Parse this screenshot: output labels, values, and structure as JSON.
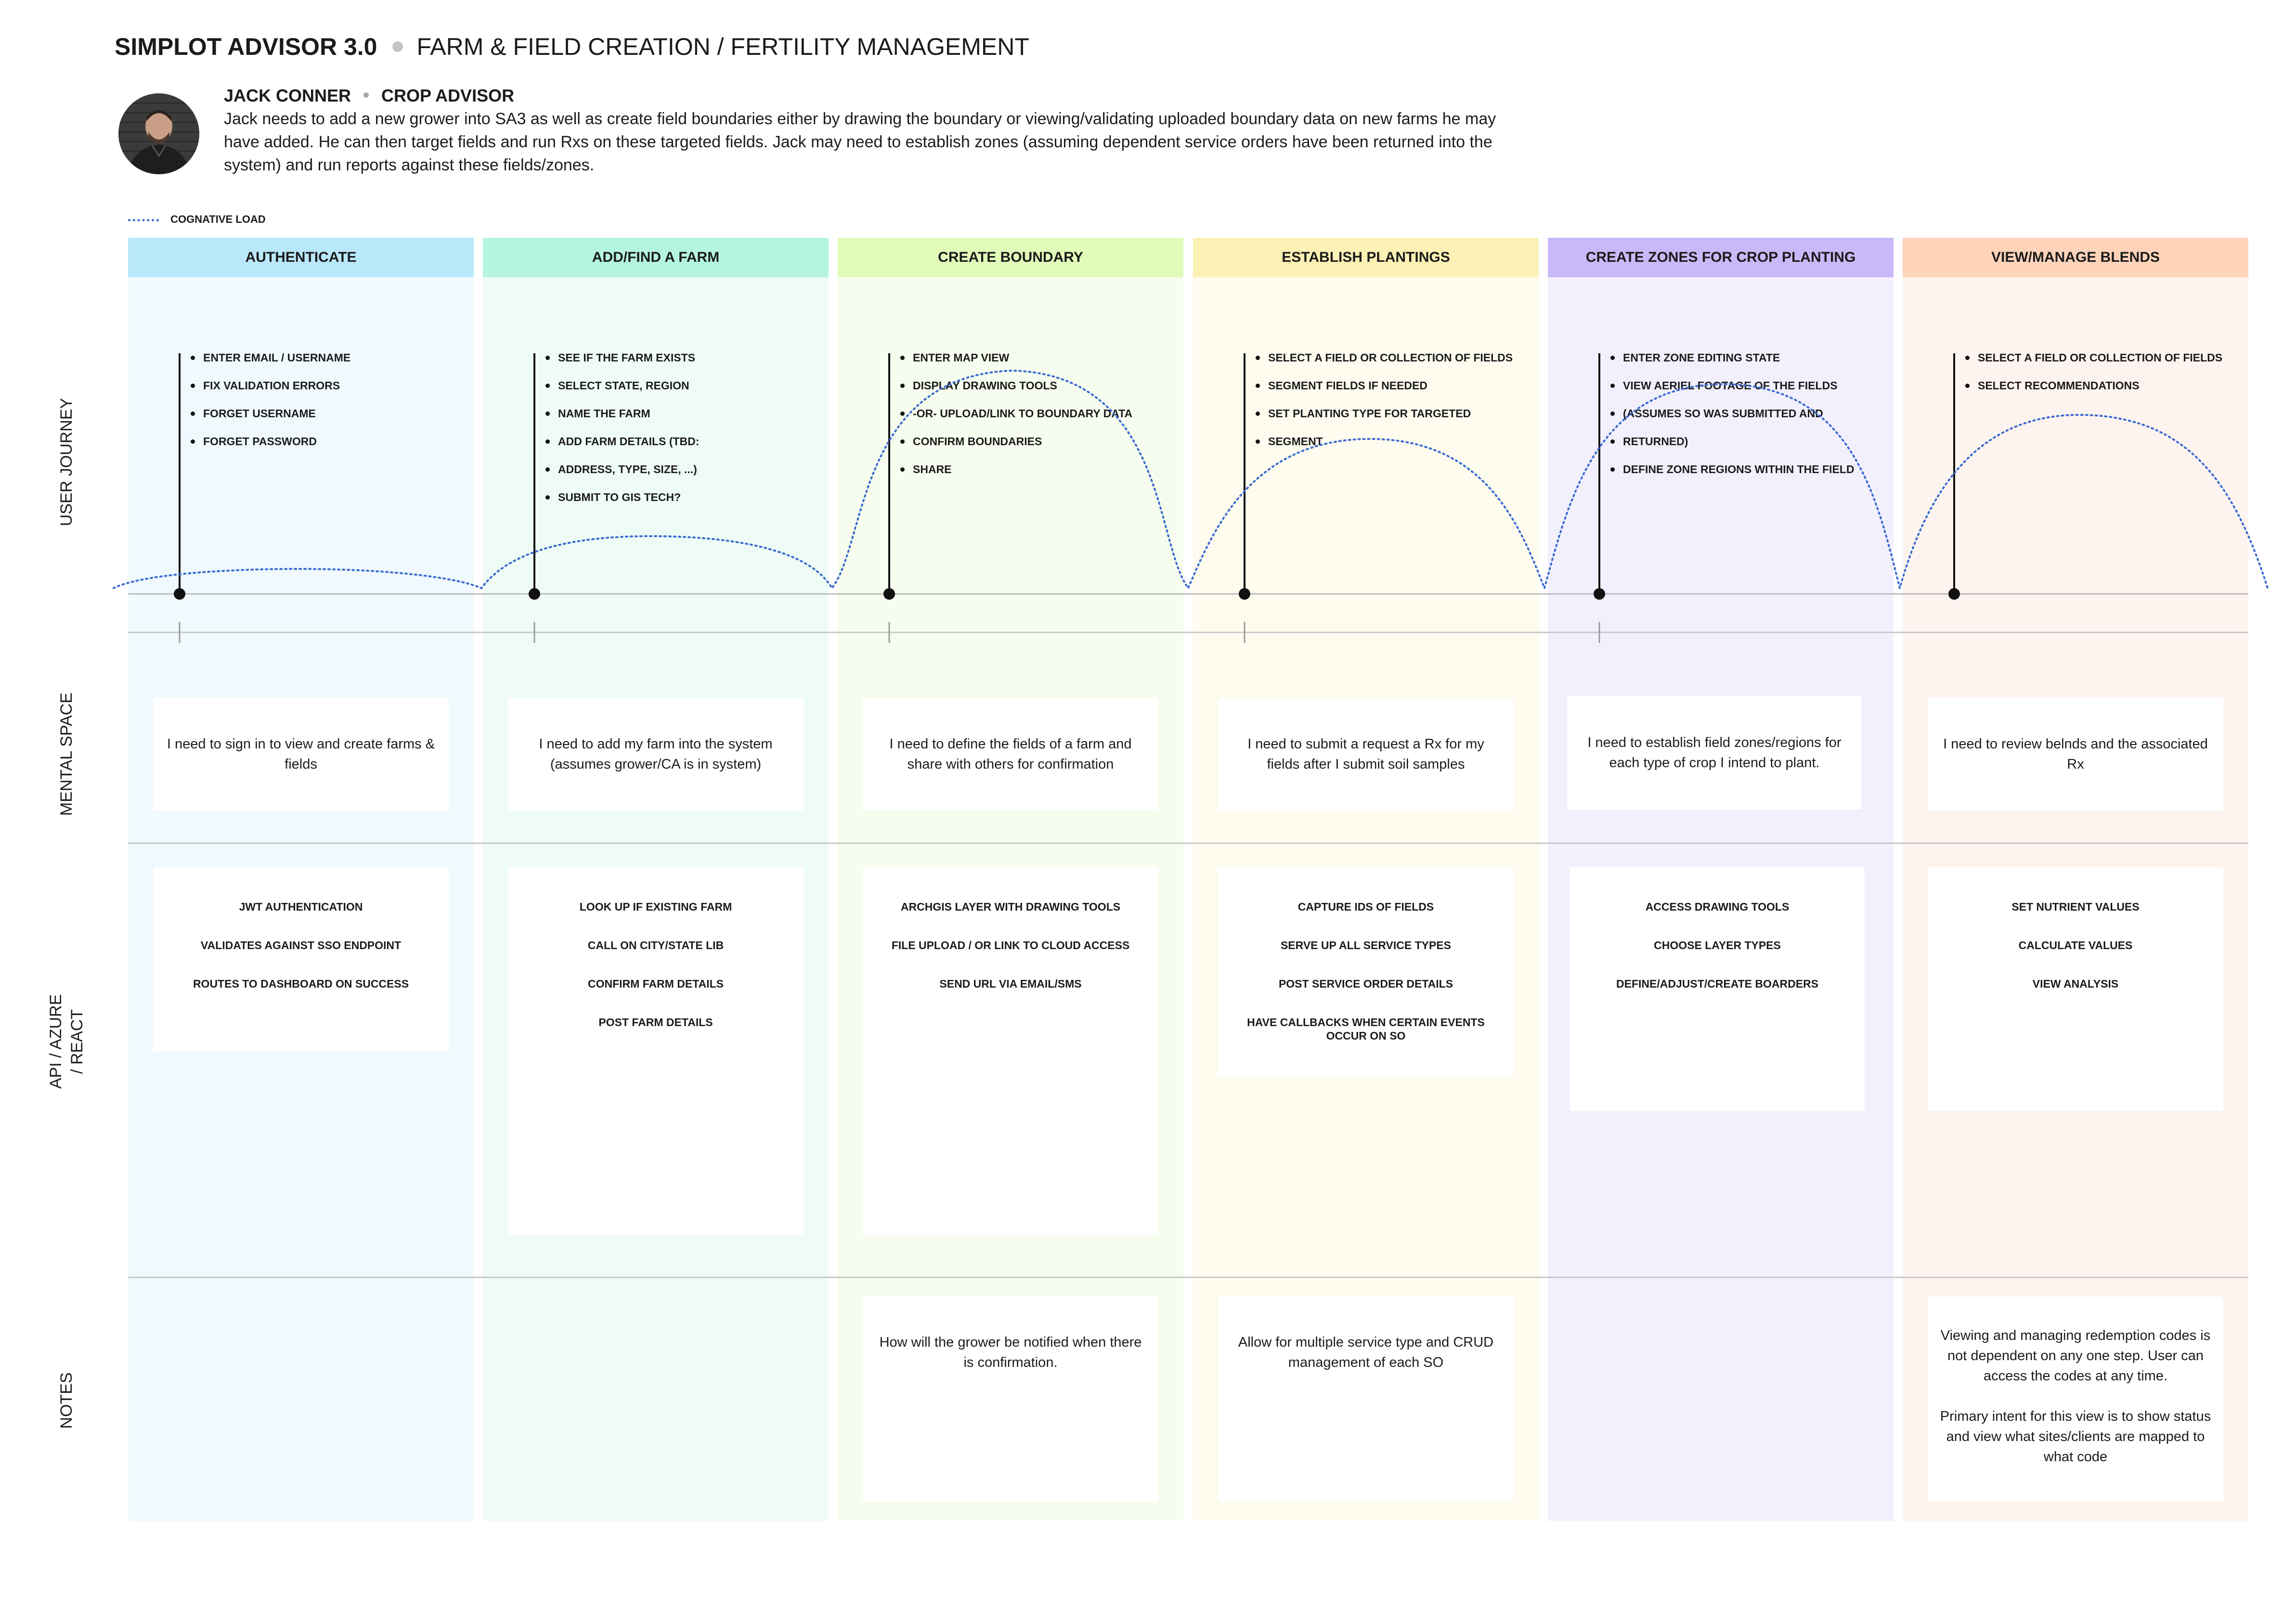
{
  "header": {
    "brand": "SIMPLOT ADVISOR 3.0",
    "subtitle": "FARM & FIELD CREATION / FERTILITY MANAGEMENT"
  },
  "persona": {
    "name": "JACK CONNER",
    "role": "CROP ADVISOR",
    "description": "Jack needs to add a new grower into SA3 as well as create field boundaries either by drawing the boundary or viewing/validating uploaded boundary data on new farms he may have added. He can then target fields and run Rxs on these targeted fields. Jack may need to establish zones (assuming dependent service orders have been returned into the system) and run reports against these fields/zones."
  },
  "legend": {
    "label": "COGNATIVE LOAD",
    "color": "#3a6bd1"
  },
  "rows": [
    "USER JOURNEY",
    "MENTAL SPACE",
    "API / AZURE / REACT",
    "NOTES"
  ],
  "columns": [
    {
      "title": "AUTHENTICATE",
      "header_color": "#b9e8fb",
      "bg_color": "#f0f9fe",
      "journey": [
        "ENTER EMAIL / USERNAME",
        "FIX VALIDATION ERRORS",
        "FORGET USERNAME",
        "FORGET PASSWORD"
      ],
      "mental": "I need to sign in to view and create farms & fields",
      "api": [
        "JWT AUTHENTICATION",
        "VALIDATES AGAINST SSO ENDPOINT",
        "ROUTES TO DASHBOARD ON SUCCESS"
      ],
      "notes": ""
    },
    {
      "title": "ADD/FIND A FARM",
      "header_color": "#b4f5de",
      "bg_color": "#effcf6",
      "journey": [
        "SEE IF THE FARM EXISTS",
        "SELECT STATE, REGION",
        "NAME THE FARM",
        "ADD FARM DETAILS (TBD:",
        "ADDRESS, TYPE, SIZE, ...)",
        "SUBMIT TO GIS TECH?"
      ],
      "mental": "I need to add my farm into the system (assumes grower/CA is in system)",
      "api": [
        "LOOK UP IF EXISTING FARM",
        "CALL ON CITY/STATE LIB",
        "CONFIRM FARM DETAILS",
        "POST FARM DETAILS"
      ],
      "notes": ""
    },
    {
      "title": "CREATE BOUNDARY",
      "header_color": "#e1fbb9",
      "bg_color": "#f6fdee",
      "journey": [
        "ENTER MAP VIEW",
        "DISPLAY DRAWING TOOLS",
        "-OR- UPLOAD/LINK TO BOUNDARY DATA",
        "CONFIRM BOUNDARIES",
        "SHARE"
      ],
      "mental": "I need to define the fields of a farm and share with others for confirmation",
      "api": [
        "ARCHGIS LAYER WITH DRAWING TOOLS",
        "FILE UPLOAD / OR LINK TO CLOUD ACCESS",
        "SEND URL VIA EMAIL/SMS"
      ],
      "notes": "How will the grower be notified when there is confirmation."
    },
    {
      "title": "ESTABLISH PLANTINGS",
      "header_color": "#fcf1b4",
      "bg_color": "#fefbef",
      "journey": [
        "SELECT A FIELD OR COLLECTION OF FIELDS",
        "SEGMENT FIELDS IF NEEDED",
        "SET PLANTING TYPE FOR TARGETED",
        "SEGMENT"
      ],
      "mental": "I need to submit a request a Rx for my fields after I submit soil samples",
      "api": [
        "CAPTURE IDS OF FIELDS",
        "SERVE UP ALL SERVICE TYPES",
        "POST SERVICE ORDER DETAILS",
        "HAVE CALLBACKS WHEN CERTAIN EVENTS OCCUR ON SO"
      ],
      "notes": "Allow for multiple service type and CRUD management of each SO"
    },
    {
      "title": "CREATE ZONES FOR CROP PLANTING",
      "header_color": "#c9b9f8",
      "bg_color": "#f3f0fd",
      "journey": [
        "ENTER ZONE EDITING STATE",
        "VIEW AERIEL FOOTAGE OF THE FIELDS",
        "(ASSUMES SO WAS SUBMITTED AND",
        "RETURNED)",
        "DEFINE ZONE REGIONS WITHIN THE FIELD"
      ],
      "mental": "I need to establish field zones/regions for each type of crop I intend to plant.",
      "api": [
        "ACCESS DRAWING TOOLS",
        "CHOOSE LAYER TYPES",
        "DEFINE/ADJUST/CREATE BOARDERS"
      ],
      "notes": ""
    },
    {
      "title": "VIEW/MANAGE BLENDS",
      "header_color": "#fdd3b9",
      "bg_color": "#fef4ef",
      "journey": [
        "SELECT A FIELD OR COLLECTION OF FIELDS",
        "SELECT RECOMMENDATIONS"
      ],
      "mental": "I need to review belnds and the associated Rx",
      "api": [
        "SET NUTRIENT VALUES",
        "CALCULATE VALUES",
        "VIEW ANALYSIS"
      ],
      "notes": "Viewing and managing redemption codes is not dependent on any one step. User can access the codes at any time.\n\nPrimary intent for this view is to show status and view what sites/clients are mapped to what code"
    }
  ]
}
